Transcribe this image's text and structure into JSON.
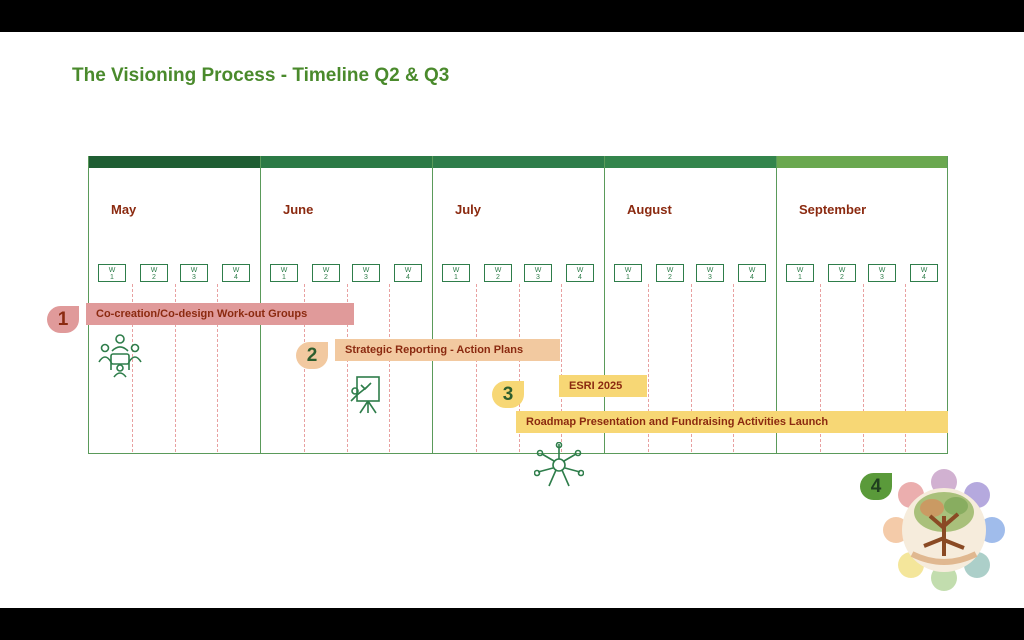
{
  "title": "The Visioning Process - Timeline Q2 & Q3",
  "months": [
    {
      "name": "May",
      "bar_color": "#1f5e33"
    },
    {
      "name": "June",
      "bar_color": "#2b7a45"
    },
    {
      "name": "July",
      "bar_color": "#2e7d4a"
    },
    {
      "name": "August",
      "bar_color": "#33854c"
    },
    {
      "name": "September",
      "bar_color": "#6aa84f"
    }
  ],
  "weeks": [
    "W 1",
    "W 2",
    "W 3",
    "W 4"
  ],
  "steps": [
    {
      "number": "1",
      "label": "Co-creation/Co-design Work-out Groups",
      "color": "#e09a9a"
    },
    {
      "number": "2",
      "label": "Strategic Reporting - Action Plans",
      "color": "#f2c9a0"
    },
    {
      "number": "3",
      "label": "ESRI 2025",
      "color": "#f7d775"
    },
    {
      "number": "",
      "label": "Roadmap Presentation and Fundraising Activities Launch",
      "color": "#f7d775"
    },
    {
      "number": "4",
      "label": "",
      "color": "#5a9a3a"
    }
  ],
  "icons": [
    "meeting-group-icon",
    "presentation-board-icon",
    "teamwork-circle-icon",
    "tree-hands-logo"
  ],
  "accent_color": "#4a8a2c",
  "label_color": "#8b2a10"
}
